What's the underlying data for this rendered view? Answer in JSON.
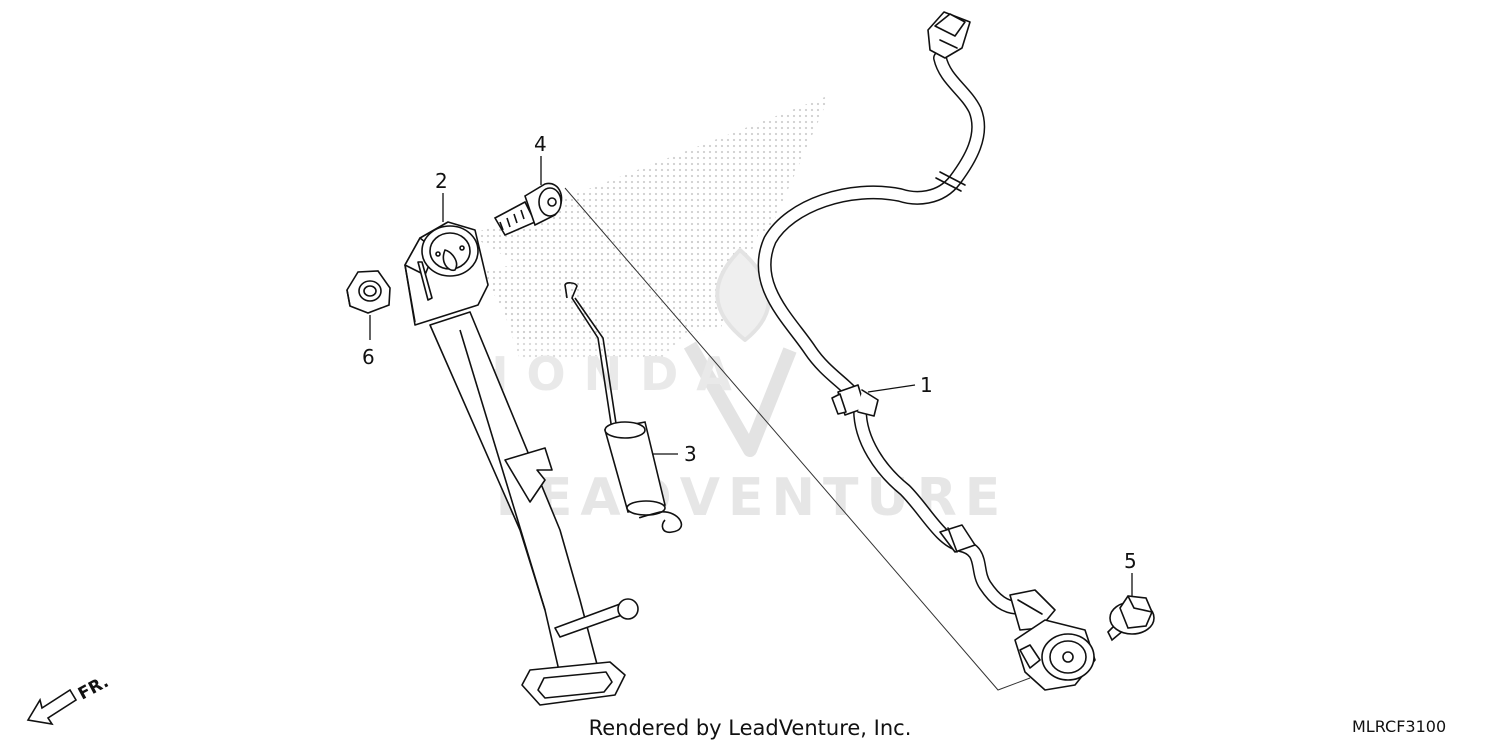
{
  "callouts": [
    {
      "number": "1",
      "part": "side-stand-switch"
    },
    {
      "number": "2",
      "part": "side-stand"
    },
    {
      "number": "3",
      "part": "side-stand-spring"
    },
    {
      "number": "4",
      "part": "pivot-bolt"
    },
    {
      "number": "5",
      "part": "flange-bolt"
    },
    {
      "number": "6",
      "part": "lock-nut"
    }
  ],
  "front_indicator": "FR.",
  "footer": {
    "credit": "Rendered by LeadVenture, Inc.",
    "diagram_code": "MLRCF3100"
  },
  "watermark": {
    "text": "LEADVENTURE",
    "brand": "HONDA",
    "color": "#e6e6e6"
  },
  "colors": {
    "line": "#111111",
    "dots": "#cfcfcf"
  }
}
